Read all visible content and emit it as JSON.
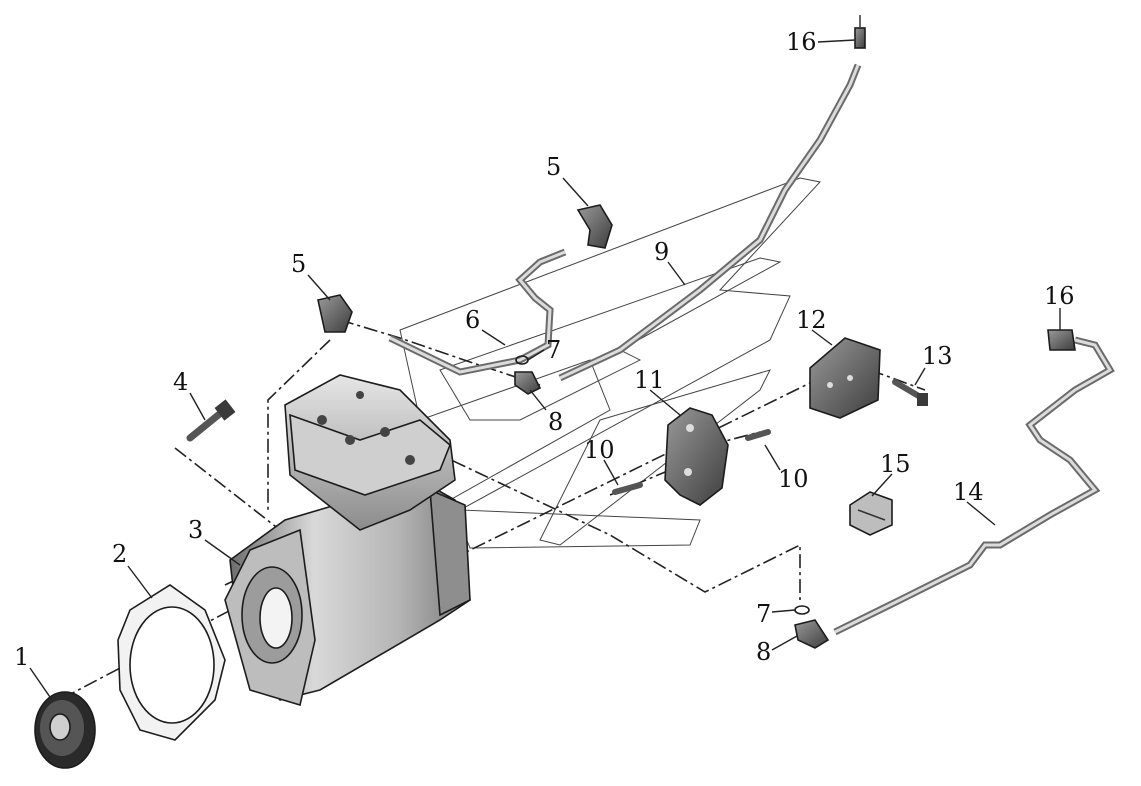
{
  "diagram": {
    "colors": {
      "background": "#ffffff",
      "line": "#222222",
      "metal_light": "#d8d8d8",
      "metal_mid": "#a9a9a9",
      "metal_dark": "#5e5e5e"
    },
    "callouts": {
      "c1": "1",
      "c2": "2",
      "c3": "3",
      "c4": "4",
      "c5a": "5",
      "c5b": "5",
      "c6": "6",
      "c7a": "7",
      "c7b": "7",
      "c8a": "8",
      "c8b": "8",
      "c9": "9",
      "c10a": "10",
      "c10b": "10",
      "c11": "11",
      "c12": "12",
      "c13": "13",
      "c14": "14",
      "c15": "15",
      "c16a": "16",
      "c16b": "16"
    }
  }
}
